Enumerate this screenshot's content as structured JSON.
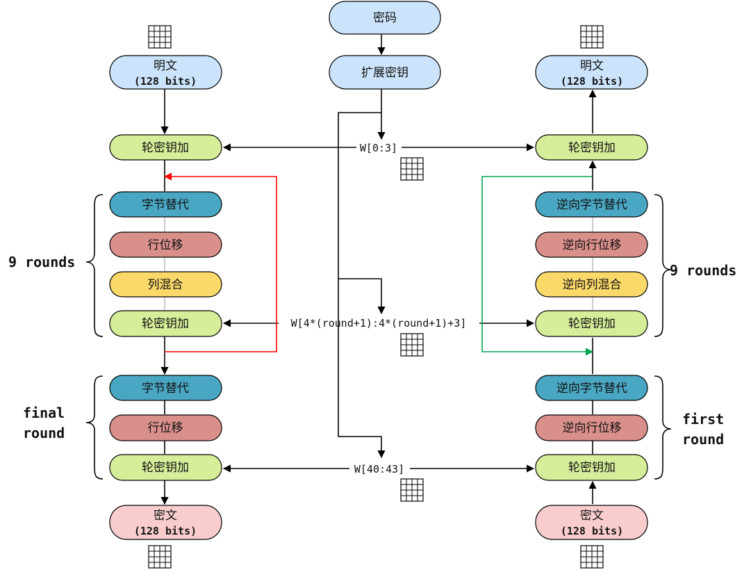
{
  "colors": {
    "blue_box": "#cce4fb",
    "green_box": "#d6ee9a",
    "teal_box": "#4aa7c3",
    "red_box": "#d98f8a",
    "yellow_box": "#fbd86a",
    "pink_box": "#f9cdcd",
    "red_arrow": "#ff0000",
    "green_arrow": "#00a650"
  },
  "key": {
    "label": "密码",
    "expand_label": "扩展密钥"
  },
  "encrypt": {
    "plaintext": {
      "line1": "明文",
      "line2": "(128 bits)"
    },
    "add_round_key_initial": "轮密钥加",
    "rounds": {
      "sub_bytes": "字节替代",
      "shift_rows": "行位移",
      "mix_columns": "列混合",
      "add_round_key": "轮密钥加",
      "label": "9 rounds"
    },
    "final": {
      "sub_bytes": "字节替代",
      "shift_rows": "行位移",
      "add_round_key": "轮密钥加",
      "label_line1": "final",
      "label_line2": "round"
    },
    "ciphertext": {
      "line1": "密文",
      "line2": "(128 bits)"
    }
  },
  "decrypt": {
    "plaintext": {
      "line1": "明文",
      "line2": "(128 bits)"
    },
    "add_round_key_final": "轮密钥加",
    "rounds": {
      "inv_sub_bytes": "逆向字节替代",
      "inv_shift_rows": "逆向行位移",
      "inv_mix_columns": "逆向列混合",
      "add_round_key": "轮密钥加",
      "label": "9 rounds"
    },
    "first": {
      "inv_sub_bytes": "逆向字节替代",
      "inv_shift_rows": "逆向行位移",
      "add_round_key": "轮密钥加",
      "label_line1": "first",
      "label_line2": "round"
    },
    "ciphertext": {
      "line1": "密文",
      "line2": "(128 bits)"
    }
  },
  "words": {
    "w0": "W[0:3]",
    "wround": "W[4*(round+1):4*(round+1)+3]",
    "w40": "W[40:43]"
  }
}
